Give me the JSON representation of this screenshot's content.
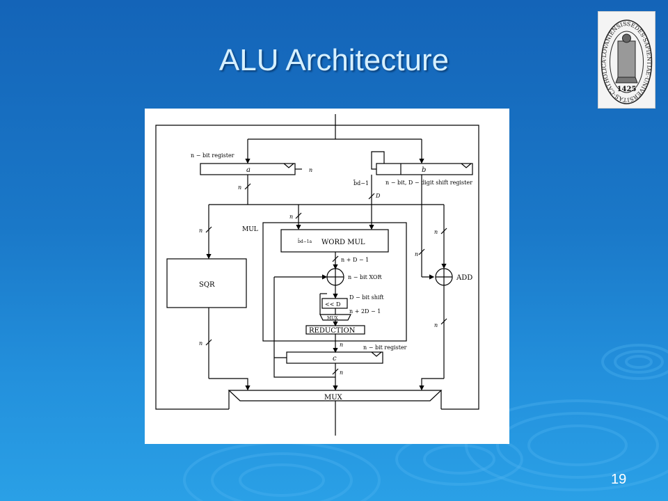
{
  "slide": {
    "title": "ALU Architecture",
    "page_number": "19"
  },
  "logo": {
    "year": "1425",
    "ring_text": "SEDES·SAPIENTIAE·UNIVERSITAS·CATHOLICA·LOVANIENSIS"
  },
  "diagram": {
    "label_nbit_register_a": "n − bit register",
    "reg_a": "a",
    "reg_b": "b",
    "label_n_right_of_a": "n",
    "label_b_shift_register": "n − bit, D − digit shift register",
    "label_bd": "b̄d−1",
    "label_D": "D",
    "label_n_below_a": "n",
    "label_n_mul_in": "n",
    "label_mul": "MUL",
    "label_n_sqr_in": "n",
    "label_n_add_in1": "n",
    "label_n_add_in2": "n",
    "word_mul_sub": "b̄d−1a",
    "word_mul": "WORD MUL",
    "label_nD1": "n + D − 1",
    "label_nbit_xor": "n − bit XOR",
    "sqr": "SQR",
    "add": "ADD",
    "shift_box": "<< D",
    "label_Dbit_shift": "D − bit shift",
    "label_n2D1": "n + 2D − 1",
    "small_mux": "MUX",
    "reduction": "REDUCTION",
    "label_n_reduction_out": "n",
    "label_nbit_register_c": "n − bit register",
    "reg_c": "c",
    "label_n_c_out": "n",
    "label_n_sqr_out": "n",
    "label_n_add_out": "n",
    "mux": "MUX"
  }
}
